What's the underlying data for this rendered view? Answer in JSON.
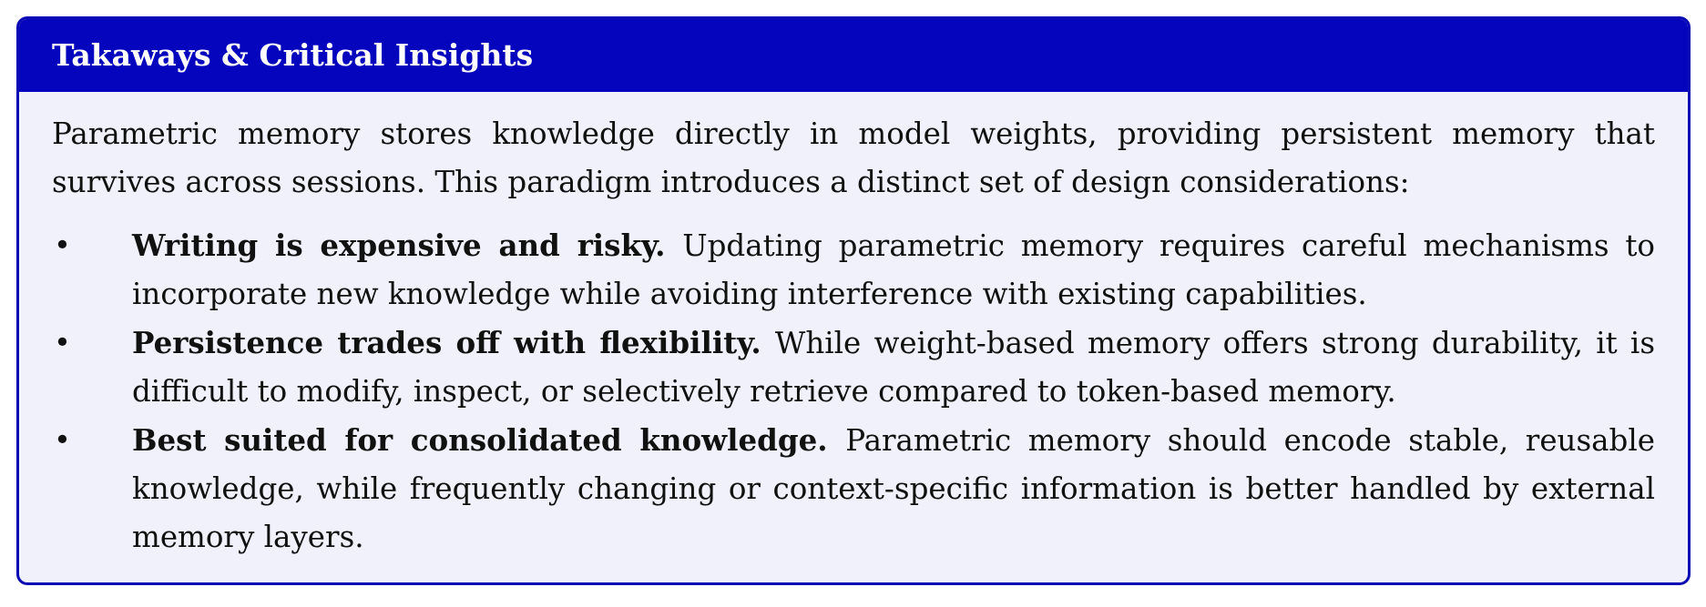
{
  "box": {
    "title": "Takaways & Critical Insights",
    "intro": "Parametric memory stores knowledge directly in model weights, providing persistent memory that survives across sessions. This paradigm introduces a distinct set of design considerations:",
    "bullet_symbol": "•",
    "items": [
      {
        "heading": "Writing is expensive and risky.",
        "text": "Updating parametric memory requires careful mechanisms to incorporate new knowledge while avoiding interference with existing capabilities."
      },
      {
        "heading": "Persistence trades off with flexibility.",
        "text": "While weight-based memory offers strong durability, it is difficult to modify, inspect, or selectively retrieve compared to token-based memory."
      },
      {
        "heading": "Best suited for consolidated knowledge.",
        "text": "Parametric memory should encode stable, reusable knowledge, while frequently changing or context-specific information is better handled by external memory layers."
      }
    ]
  },
  "colors": {
    "header_bg": "#0505bd",
    "border": "#0a0ab4",
    "body_bg": "#f1f1fc"
  }
}
